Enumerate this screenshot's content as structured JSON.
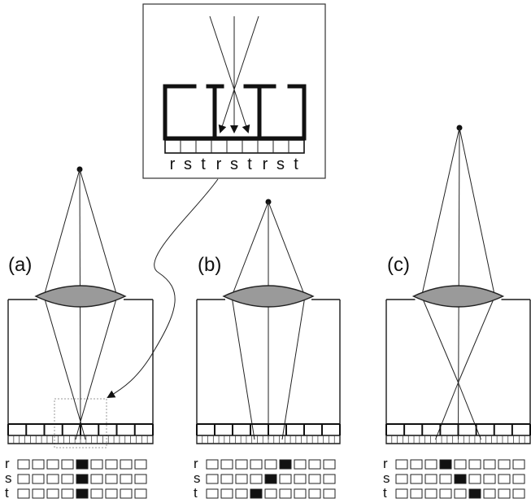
{
  "inset": {
    "labels": [
      "r",
      "s",
      "t",
      "r",
      "s",
      "t",
      "r",
      "s",
      "t"
    ]
  },
  "panels": [
    {
      "label": "(a)",
      "pattern": [
        4,
        4,
        4
      ]
    },
    {
      "label": "(b)",
      "pattern": [
        5,
        4,
        3
      ]
    },
    {
      "label": "(c)",
      "pattern": [
        3,
        4,
        5
      ]
    }
  ],
  "row_labels": [
    "r",
    "s",
    "t"
  ],
  "cells_per_row": 9
}
